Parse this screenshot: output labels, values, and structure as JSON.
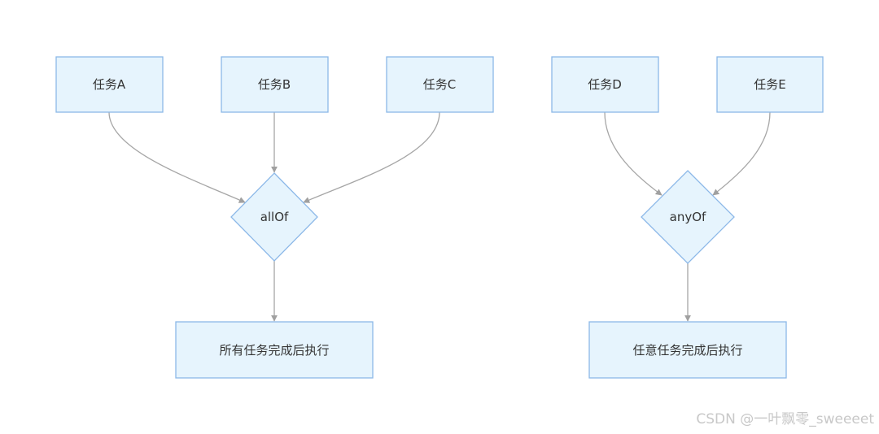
{
  "diagram": {
    "nodes": {
      "task_a": "任务A",
      "task_b": "任务B",
      "task_c": "任务C",
      "task_d": "任务D",
      "task_e": "任务E",
      "all_of": "allOf",
      "any_of": "anyOf",
      "all_done": "所有任务完成后执行",
      "any_done": "任意任务完成后执行"
    },
    "edges": [
      [
        "task_a",
        "all_of"
      ],
      [
        "task_b",
        "all_of"
      ],
      [
        "task_c",
        "all_of"
      ],
      [
        "all_of",
        "all_done"
      ],
      [
        "task_d",
        "any_of"
      ],
      [
        "task_e",
        "any_of"
      ],
      [
        "any_of",
        "any_done"
      ]
    ],
    "colors": {
      "node_fill": "#e6f4fd",
      "node_stroke": "#8cb8e8",
      "edge": "#a6a6a6"
    }
  },
  "watermark": "CSDN @一叶飘零_sweeeet"
}
